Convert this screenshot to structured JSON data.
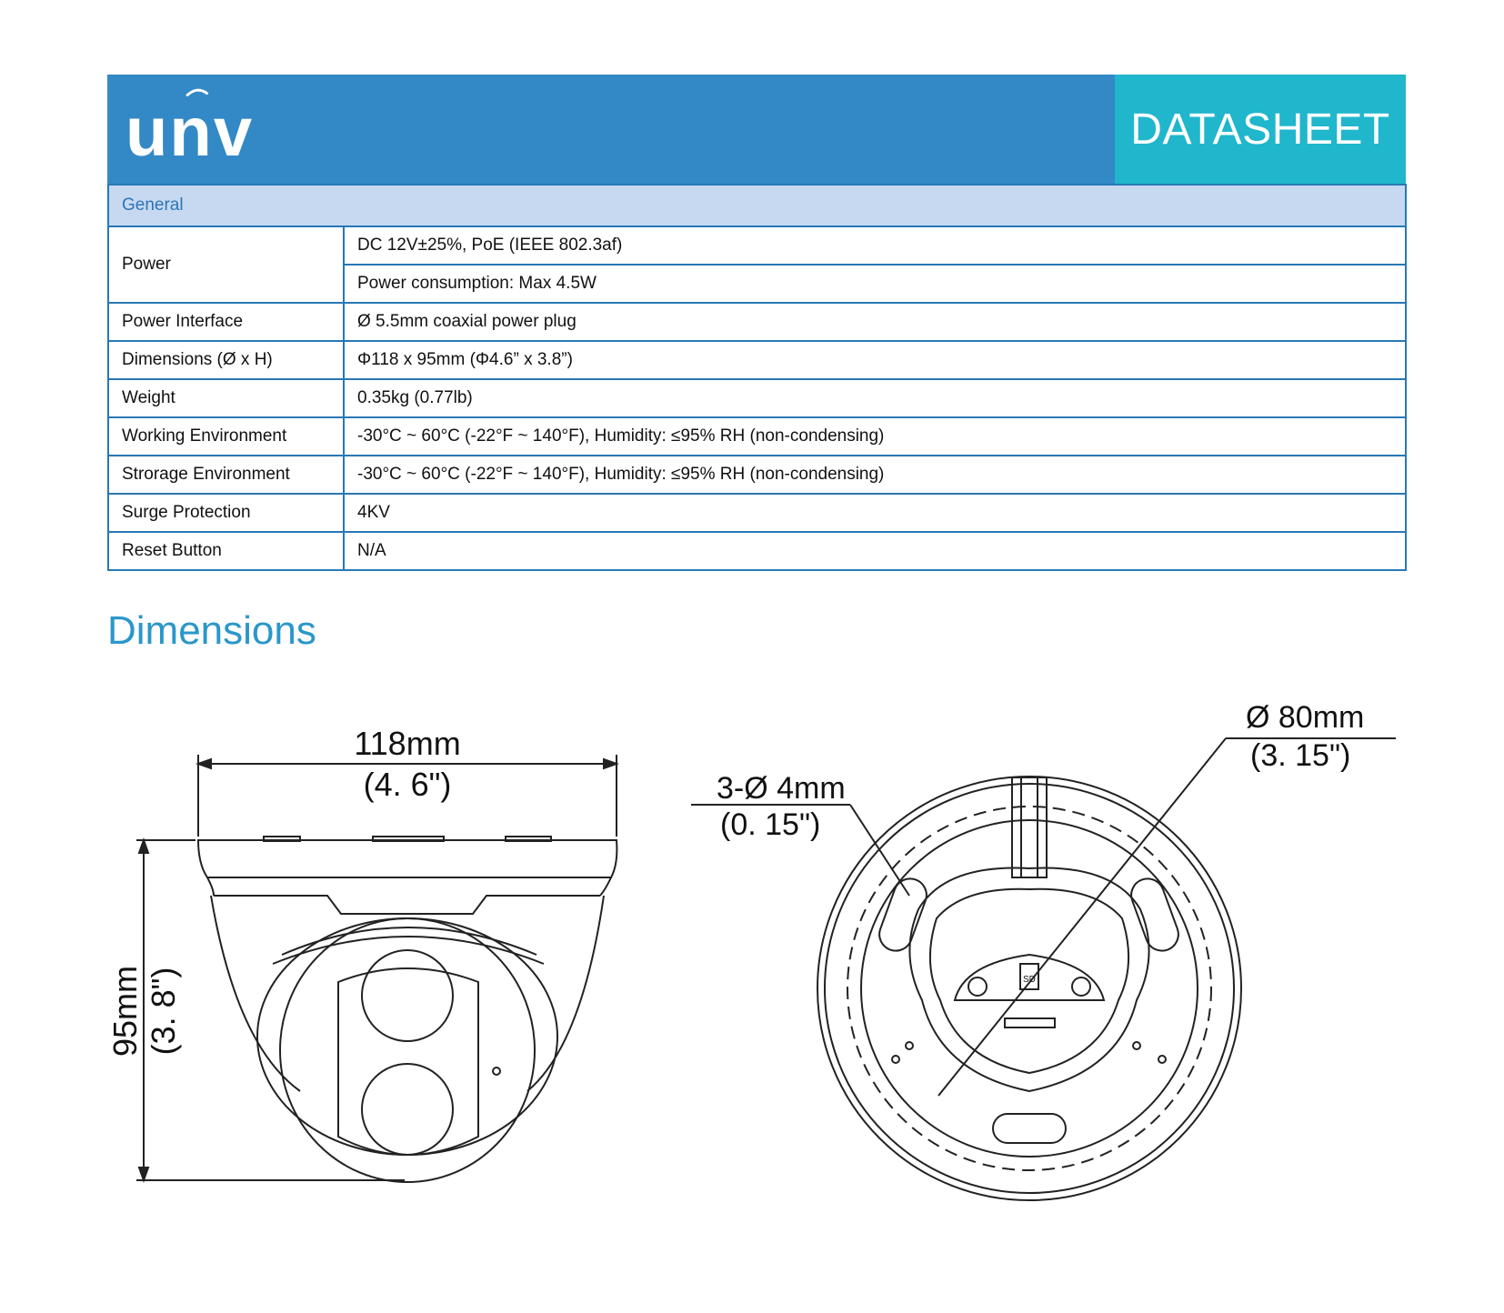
{
  "header": {
    "logo_text": "unv",
    "datasheet_label": "DATASHEET",
    "brand_color": "#3389c6",
    "accent_color": "#20b6cc"
  },
  "spec_table": {
    "section_title": "General",
    "rows": [
      {
        "label": "Power",
        "values": [
          "DC 12V±25%, PoE (IEEE 802.3af)",
          "Power consumption: Max 4.5W"
        ]
      },
      {
        "label": "Power Interface",
        "values": [
          "Ø 5.5mm coaxial power plug"
        ]
      },
      {
        "label": "Dimensions (Ø x H)",
        "values": [
          "Φ118 x 95mm (Φ4.6” x 3.8”)"
        ]
      },
      {
        "label": "Weight",
        "values": [
          "0.35kg (0.77lb)"
        ]
      },
      {
        "label": "Working Environment",
        "values": [
          "-30°C ~ 60°C (-22°F ~ 140°F), Humidity: ≤95% RH (non-condensing)"
        ]
      },
      {
        "label": "Strorage Environment",
        "values": [
          "-30°C ~ 60°C (-22°F ~ 140°F), Humidity: ≤95% RH (non-condensing)"
        ]
      },
      {
        "label": "Surge Protection",
        "values": [
          "4KV"
        ]
      },
      {
        "label": "Reset Button",
        "values": [
          "N/A"
        ]
      }
    ]
  },
  "dimensions": {
    "heading": "Dimensions",
    "side_view": {
      "width_mm": "118mm",
      "width_in": "(4. 6\")",
      "height_mm": "95mm",
      "height_in": "(3. 8\")"
    },
    "bottom_view": {
      "hole_mm": "3-Ø 4mm",
      "hole_in": "(0. 15\")",
      "diameter_mm": "Ø 80mm",
      "diameter_in": "(3. 15\")",
      "sd_label": "SD"
    }
  }
}
